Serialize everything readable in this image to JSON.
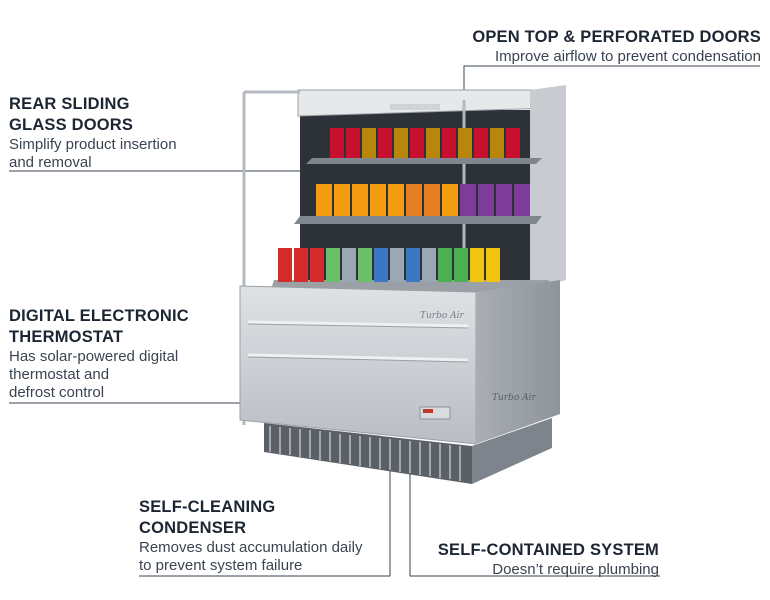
{
  "callouts": {
    "open_top": {
      "title": "OPEN TOP & PERFORATED DOORS",
      "desc": "Improve airflow to prevent condensation"
    },
    "rear_doors": {
      "title_line1": "REAR SLIDING",
      "title_line2": "GLASS DOORS",
      "desc_line1": "Simplify product insertion",
      "desc_line2": "and removal"
    },
    "thermostat": {
      "title_line1": "DIGITAL ELECTRONIC",
      "title_line2": "THERMOSTAT",
      "desc_line1": "Has solar-powered digital",
      "desc_line2": "thermostat and",
      "desc_line3": "defrost control"
    },
    "condenser": {
      "title_line1": "SELF-CLEANING",
      "title_line2": "CONDENSER",
      "desc_line1": "Removes dust accumulation daily",
      "desc_line2": "to prevent system failure"
    },
    "system": {
      "title": "SELF-CONTAINED SYSTEM",
      "desc": "Doesn’t require plumbing"
    }
  },
  "unit": {
    "brand_front": "Turbo Air",
    "brand_side": "Turbo Air"
  },
  "colors": {
    "text_dark": "#1c2632",
    "leader": "#3a4450",
    "steel": "#c9cdd2"
  },
  "icons": [
    "refrigerated-display-case-image"
  ]
}
